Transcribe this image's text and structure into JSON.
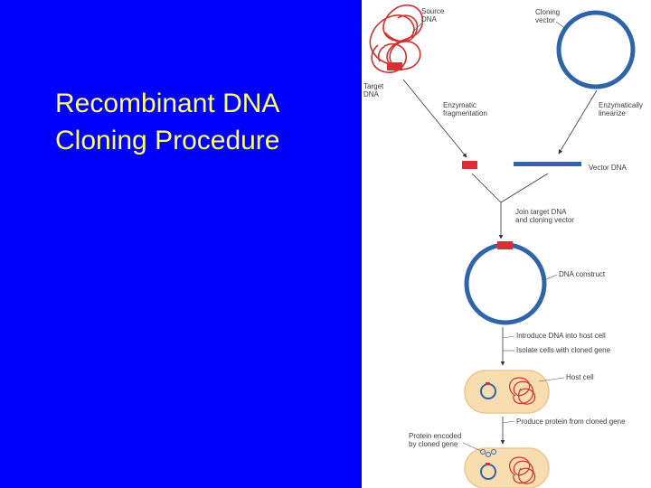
{
  "title": {
    "line1": "Recombinant DNA",
    "line2": "Cloning Procedure"
  },
  "diagram": {
    "labels": {
      "source_dna": [
        "Source",
        "DNA"
      ],
      "target_dna": [
        "Target",
        "DNA"
      ],
      "cloning_vector": [
        "Cloning",
        "vector"
      ],
      "enzymatic_fragmentation": [
        "Enzymatic",
        "fragmentation"
      ],
      "enzymatically_linearize": [
        "Enzymatically",
        "linearize"
      ],
      "vector_dna": "Vector DNA",
      "join": [
        "Join target DNA",
        "and cloning vector"
      ],
      "dna_construct": "DNA construct",
      "introduce": "Introduce DNA into host cell",
      "isolate": "Isolate cells with cloned gene",
      "host_cell": "Host cell",
      "produce": "Produce protein from cloned gene",
      "protein": [
        "Protein encoded",
        "by cloned gene"
      ]
    },
    "colors": {
      "background": "#0000ff",
      "title_text": "#ffff66",
      "vector_blue": "#2f64a8",
      "dna_red": "#d03030",
      "target_block": "#d92f35",
      "cell_fill": "#f8ddb0",
      "cell_border": "#ecc890"
    }
  }
}
